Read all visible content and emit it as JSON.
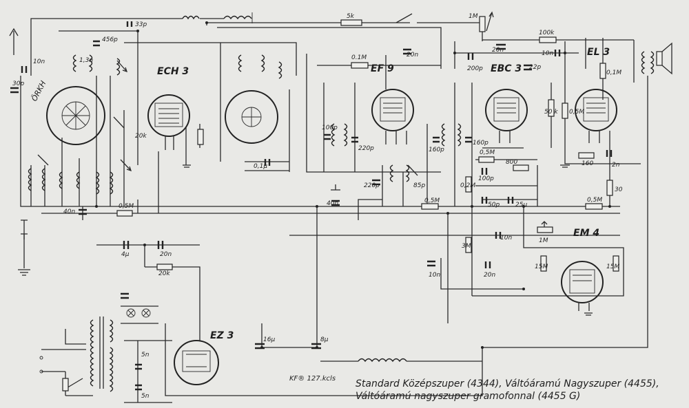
{
  "tubes": {
    "ech3": "ECH 3",
    "ef9": "EF 9",
    "ebc3": "EBC 3",
    "el3": "EL 3",
    "em4": "EM 4",
    "ez3": "EZ 3"
  },
  "band_letters": "ÖRKH",
  "values": {
    "v5k": "5k",
    "v1m_top": "1M",
    "v33p": "33p",
    "v456p": "456p",
    "v13n": "1,3n",
    "v10n_l": "10n",
    "v30p": "30p",
    "v01m_ef9": "0.1M",
    "v20n_ef9": "20n",
    "v100p_a": "100p",
    "v220p_a": "220p",
    "v01u": "0,1μ",
    "v20k": "20k",
    "v100k": "100k",
    "v10n_el3": "10n",
    "v200p": "200p",
    "v20n_ebc": "20n",
    "v22p": "22p",
    "v50k": "50 k",
    "v05m_r": "0,5M",
    "v01m_el3": "0,1M",
    "v160p_a": "160p",
    "v160p_b": "160p",
    "v05m_a": "0,5M",
    "v800": "800",
    "v160": "160",
    "v2n": "2n",
    "v100p_b": "100p",
    "v02m": "0,2M",
    "v50p": "50p",
    "v25u": "25μ",
    "v30": "30",
    "v220p_b": "220p",
    "v85p": "85p",
    "v40n_a": "40n",
    "v05m_b": "0,5M",
    "v40n_b": "40n",
    "v05m_c": "0,5M",
    "v05m_d": "0,5M",
    "v10n_mid": "10n",
    "v1m_mid": "1M",
    "v4u": "4μ",
    "v20n_b": "20n",
    "v20k_b": "20k",
    "v3m": "3M",
    "v10n_b": "10n",
    "v20n_c": "20n",
    "v15m_a": "15M",
    "v15m_b": "15M",
    "v16u": "16μ",
    "v8u": "8μ",
    "v5n_a": "5n",
    "v5n_b": "5n"
  },
  "stamp": "KF® 127.kcls",
  "caption": {
    "line1": "Standard Középszuper (4344), Váltóáramú Nagyszuper (4455),",
    "line2": "Váltóáramú nagyszuper gramofonnal (4455 G)"
  }
}
